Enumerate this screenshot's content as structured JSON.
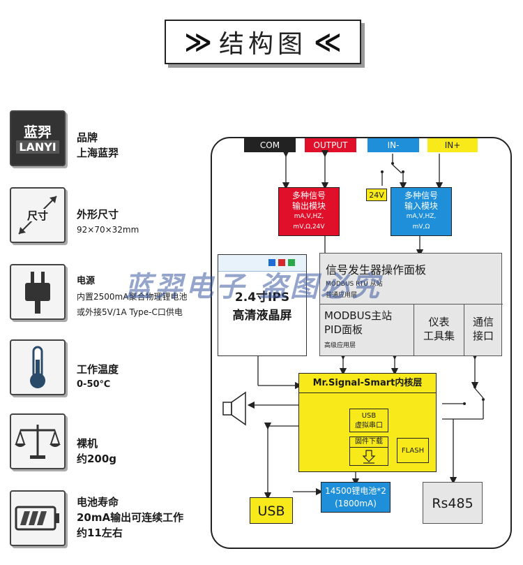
{
  "title": {
    "text": "结构图",
    "left_chevron": "≫",
    "right_chevron": "≪"
  },
  "specs": {
    "brand": {
      "icon_cn": "蓝羿",
      "icon_en": "LANYI",
      "label": "品牌",
      "value": "上海蓝羿"
    },
    "size": {
      "icon_text": "尺寸",
      "label": "外形尺寸",
      "value": "92×70×32mm"
    },
    "power": {
      "label": "电源",
      "line1": "内置2500mA聚合物理锂电池",
      "line2": "或外接5V/1A Type-C口供电"
    },
    "temp": {
      "label": "工作温度",
      "value": "0-50℃"
    },
    "weight": {
      "label": "裸机",
      "value": "约200g"
    },
    "battery": {
      "label": "电池寿命",
      "line1": "20mA输出可连续工作",
      "line2": "约11左右"
    }
  },
  "diagram": {
    "ports": {
      "com": "COM",
      "output": "OUTPUT",
      "in_minus": "IN-",
      "in_plus": "IN+",
      "v24": "24V"
    },
    "output_module": {
      "line1": "多种信号",
      "line2": "输出模块",
      "line3": "mA,V,HZ,",
      "line4": "mV,Ω,24V"
    },
    "input_module": {
      "line1": "多种信号",
      "line2": "输入模块",
      "line3": "mA,V,HZ,",
      "line4": "mV,Ω"
    },
    "screen": {
      "line1": "2.4寸IPS",
      "line2": "高清液晶屏"
    },
    "panel": {
      "title": "信号发生器操作面板",
      "sub1": "MODBUS RTU 从站",
      "sub2": "普通应用层",
      "modbus_line1": "MODBUS主站",
      "modbus_line2": "PID面板",
      "modbus_sub": "高级应用层",
      "tools_line1": "仪表",
      "tools_line2": "工具集",
      "comm_line1": "通信",
      "comm_line2": "接口"
    },
    "core": {
      "title": "Mr.Signal-Smart内核层",
      "usb_line1": "USB",
      "usb_line2": "虚拟串口",
      "firmware": "固件下载",
      "flash": "FLASH"
    },
    "bottom": {
      "usb": "USB",
      "battery_line1": "14500锂电池*2",
      "battery_line2": "(1800mA)",
      "rs485": "Rs485"
    },
    "watermark": "蓝羿电子 盗图必究"
  },
  "colors": {
    "red": "#e0102a",
    "blue": "#1e8fd8",
    "yellow": "#f7e91a",
    "gray": "#e6e6e6",
    "dark": "#222222"
  }
}
